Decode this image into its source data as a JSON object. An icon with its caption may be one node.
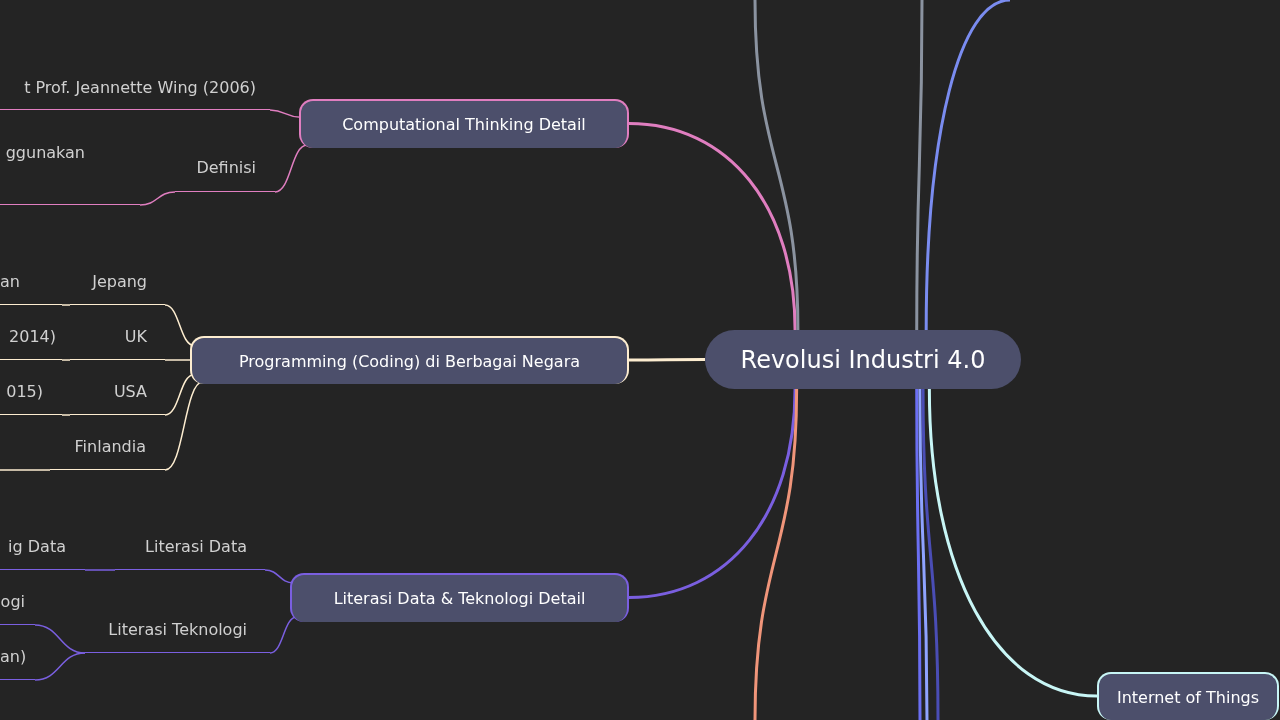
{
  "diagram": {
    "nodes": [
      {
        "text": [
          "Revolusi Industri 4.0"
        ]
      },
      {
        "text": [
          "Computational Thinking Detail"
        ]
      },
      {
        "text": [
          "t Prof. Jeannette Wing (2006)"
        ]
      },
      {
        "text": [
          "Definisi"
        ]
      },
      {
        "text": [
          "ggunakan"
        ]
      },
      {
        "text": [
          "Programming (Coding) di Berbagai Negara"
        ]
      },
      {
        "text": [
          "Jepang"
        ]
      },
      {
        "text": [
          "an"
        ]
      },
      {
        "text": [
          "UK"
        ]
      },
      {
        "text": [
          "2014)"
        ]
      },
      {
        "text": [
          "USA"
        ]
      },
      {
        "text": [
          "015)"
        ]
      },
      {
        "text": [
          "Finlandia"
        ]
      },
      {
        "text": [
          "Literasi Data & Teknologi Detail"
        ]
      },
      {
        "text": [
          "Literasi Data"
        ]
      },
      {
        "text": [
          "ig Data"
        ]
      },
      {
        "text": [
          "Literasi Teknologi"
        ]
      },
      {
        "text": [
          "ogi"
        ]
      },
      {
        "text": [
          "an)"
        ]
      },
      {
        "text": [
          "Internet of Things"
        ]
      }
    ],
    "edges": [
      {
        "from": 0,
        "to": 1,
        "arrow": "none",
        "color": "#e07ec0"
      },
      {
        "from": 0,
        "to": 5,
        "arrow": "none",
        "color": "#fdedd0"
      },
      {
        "from": 0,
        "to": 13,
        "arrow": "none",
        "color": "#7a5fe0"
      },
      {
        "from": 0,
        "to": 19,
        "arrow": "none",
        "color": "#c8f6f6"
      },
      {
        "from": 0,
        "to": null,
        "arrow": "none",
        "color": "#8b93a0"
      },
      {
        "from": 0,
        "to": null,
        "arrow": "none",
        "color": "#8b93a0"
      },
      {
        "from": 0,
        "to": null,
        "arrow": "none",
        "color": "#7a8cf0"
      },
      {
        "from": 0,
        "to": null,
        "arrow": "none",
        "color": "#f0957a"
      },
      {
        "from": 0,
        "to": null,
        "arrow": "none",
        "color": "#6b6ff2"
      },
      {
        "from": 0,
        "to": null,
        "arrow": "none",
        "color": "#8fa3ff"
      },
      {
        "from": 0,
        "to": null,
        "arrow": "none",
        "color": "#4a4db5"
      },
      {
        "from": 1,
        "to": 2,
        "arrow": "none",
        "color": "#e07ec0"
      },
      {
        "from": 1,
        "to": 3,
        "arrow": "none",
        "color": "#e07ec0"
      },
      {
        "from": 3,
        "to": 4,
        "arrow": "none",
        "color": "#e07ec0"
      },
      {
        "from": 5,
        "to": 6,
        "arrow": "none",
        "color": "#fdedd0"
      },
      {
        "from": 6,
        "to": 7,
        "arrow": "none",
        "color": "#fdedd0"
      },
      {
        "from": 5,
        "to": 8,
        "arrow": "none",
        "color": "#fdedd0"
      },
      {
        "from": 8,
        "to": 9,
        "arrow": "none",
        "color": "#fdedd0"
      },
      {
        "from": 5,
        "to": 10,
        "arrow": "none",
        "color": "#fdedd0"
      },
      {
        "from": 10,
        "to": 11,
        "arrow": "none",
        "color": "#fdedd0"
      },
      {
        "from": 5,
        "to": 12,
        "arrow": "none",
        "color": "#fdedd0"
      },
      {
        "from": 12,
        "to": null,
        "arrow": "none",
        "color": "#fdedd0"
      },
      {
        "from": 13,
        "to": 14,
        "arrow": "none",
        "color": "#7a5fe0"
      },
      {
        "from": 14,
        "to": 15,
        "arrow": "none",
        "color": "#7a5fe0"
      },
      {
        "from": 13,
        "to": 16,
        "arrow": "none",
        "color": "#7a5fe0"
      },
      {
        "from": 16,
        "to": 17,
        "arrow": "none",
        "color": "#7a5fe0"
      },
      {
        "from": 16,
        "to": 18,
        "arrow": "none",
        "color": "#7a5fe0"
      }
    ]
  }
}
